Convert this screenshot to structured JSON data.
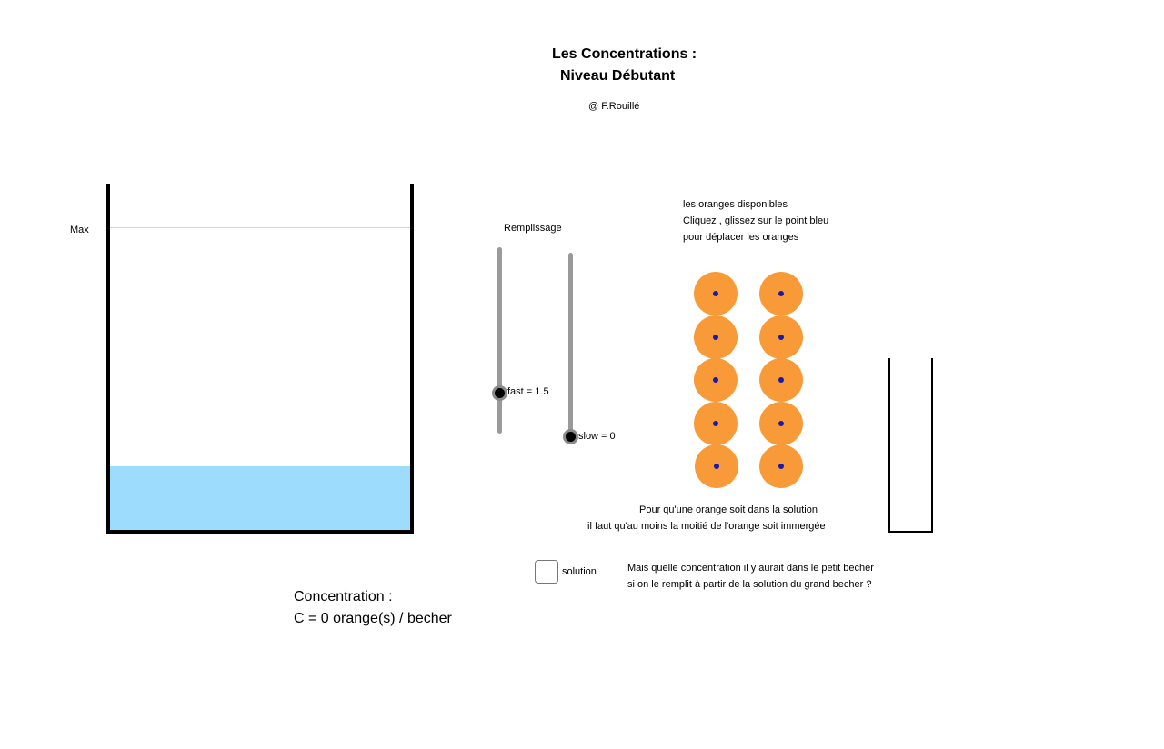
{
  "header": {
    "title_line1": "Les Concentrations :",
    "title_line2": "Niveau Débutant",
    "author": "@ F.Rouillé"
  },
  "big_beaker": {
    "max_label": "Max",
    "water_color": "#9ddcfd",
    "fill_fraction": 0.21
  },
  "sliders": {
    "label": "Remplissage",
    "fast": {
      "label": "fast = 1.5",
      "value": 1.5
    },
    "slow": {
      "label": "slow = 0",
      "value": 0
    }
  },
  "instructions": {
    "line1": "les oranges disponibles",
    "line2": "Cliquez , glissez sur le point bleu",
    "line3": "pour déplacer les oranges"
  },
  "oranges": {
    "count": 10,
    "color": "#f99a38",
    "handle_color": "#1a1aa8"
  },
  "rule": {
    "line1": "Pour qu'une orange soit dans la solution",
    "line2": "il faut qu'au moins la moitié de l'orange soit immergée"
  },
  "solution_checkbox": {
    "label": "solution",
    "checked": false
  },
  "question": {
    "line1": "Mais quelle concentration il y aurait  dans le petit becher",
    "line2": "si on le remplit à partir de la solution du grand becher ?"
  },
  "concentration": {
    "label": "Concentration :",
    "value_text": "C = 0  orange(s) / becher"
  }
}
